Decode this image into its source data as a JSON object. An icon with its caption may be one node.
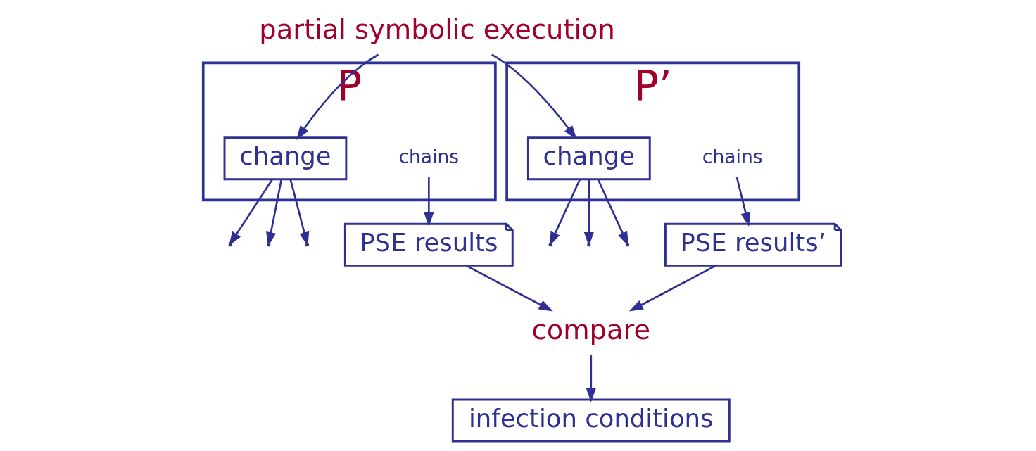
{
  "diagram": {
    "nodes": [
      {
        "text": [
          "P"
        ]
      },
      {
        "text": [
          "change"
        ],
        "in": 0
      },
      {
        "text": [
          "chains"
        ],
        "in": 0
      },
      {
        "text": [
          "partial symbolic execution"
        ]
      },
      {
        "text": [
          "PSE results"
        ]
      },
      {
        "text": [
          "PSE results’"
        ]
      },
      {
        "text": [
          "compare"
        ]
      },
      {
        "text": [
          "infection conditions"
        ]
      },
      {
        "text": [
          "P’"
        ]
      },
      {
        "text": [
          "change"
        ],
        "in": 8
      },
      {
        "text": [
          "chains"
        ],
        "in": 8
      }
    ],
    "edges": [
      {
        "from": 3,
        "to": 1,
        "arrow": "to"
      },
      {
        "from": 3,
        "to": 9,
        "arrow": "to"
      },
      {
        "from": 1,
        "to": null,
        "arrow": "to"
      },
      {
        "from": 1,
        "to": null,
        "arrow": "to"
      },
      {
        "from": 1,
        "to": null,
        "arrow": "to"
      },
      {
        "from": 2,
        "to": 4,
        "arrow": "to"
      },
      {
        "from": 9,
        "to": null,
        "arrow": "to"
      },
      {
        "from": 9,
        "to": null,
        "arrow": "to"
      },
      {
        "from": 9,
        "to": null,
        "arrow": "to"
      },
      {
        "from": 10,
        "to": 5,
        "arrow": "to"
      },
      {
        "from": 4,
        "to": 6,
        "arrow": "to"
      },
      {
        "from": 5,
        "to": 6,
        "arrow": "to"
      },
      {
        "from": 6,
        "to": 7,
        "arrow": "to"
      }
    ]
  }
}
